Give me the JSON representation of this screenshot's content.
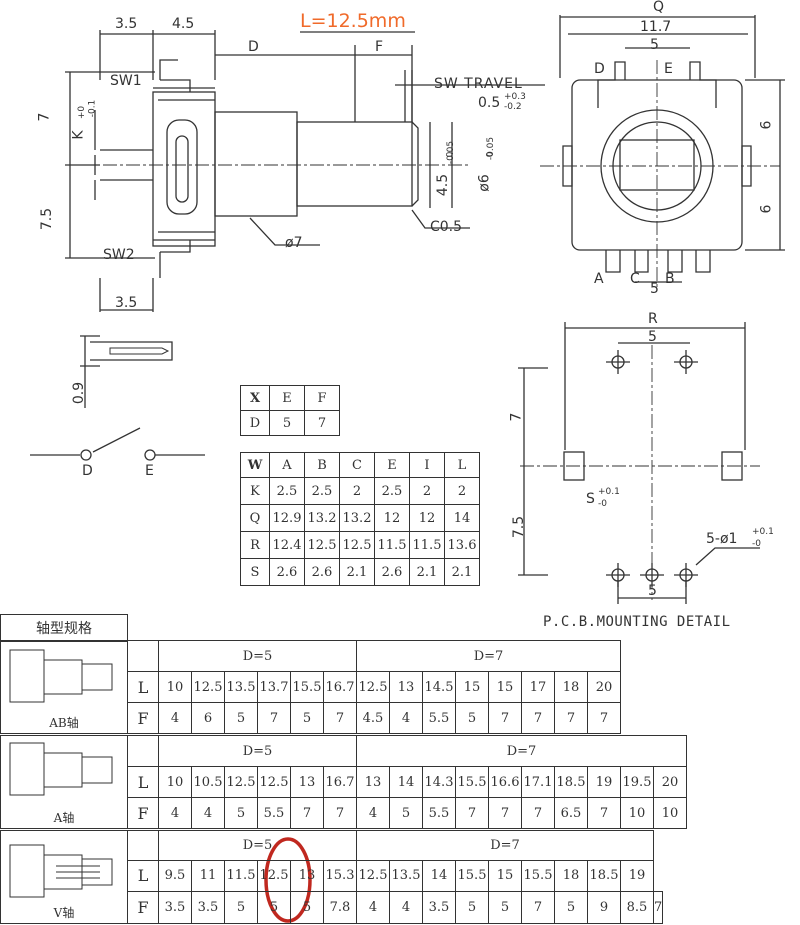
{
  "highlight": {
    "label": "L=12.5mm",
    "color": "#f06a2a",
    "circle_color": "#c0281f"
  },
  "side_view": {
    "dim_top_left": "3.5",
    "dim_top_mid": "4.5",
    "dim_d": "D",
    "dim_f": "F",
    "sw1": "SW1",
    "sw2": "SW2",
    "sw_travel": "SW TRAVEL",
    "sw_travel_val": "0.5",
    "sw_travel_tol_up": "+0.3",
    "sw_travel_tol_dn": "-0.2",
    "dim_7": "7",
    "dim_k": "K",
    "dim_k_tol_up": "+0",
    "dim_k_tol_dn": "-0.1",
    "dim_7_5": "7.5",
    "dim_bottom": "3.5",
    "dia7": "ø7",
    "chamfer": "C0.5",
    "flat": "4.5",
    "flat_tol_up": "0",
    "flat_tol_dn": "-0.05",
    "shaft": "ø6",
    "shaft_tol_up": "0",
    "shaft_tol_dn": "-0.05",
    "pin_thk": "0.9"
  },
  "front_view": {
    "q": "Q",
    "w": "11.7",
    "pitch": "5",
    "d": "D",
    "e": "E",
    "h1": "6",
    "h2": "6",
    "a": "A",
    "c": "C",
    "b": "B",
    "bottom_pitch": "5"
  },
  "switch": {
    "d": "D",
    "e": "E"
  },
  "pcb": {
    "r": "R",
    "pitch_top": "5",
    "v7": "7",
    "v7_5": "7.5",
    "s": "S",
    "s_tol_up": "+0.1",
    "s_tol_dn": "-0",
    "holes": "5-ø1",
    "holes_tol_up": "+0.1",
    "holes_tol_dn": "-0",
    "pitch_bottom": "5",
    "title": "P.C.B.MOUNTING DETAIL"
  },
  "table_x": {
    "rows": [
      [
        "X",
        "E",
        "F"
      ],
      [
        "D",
        "5",
        "7"
      ]
    ]
  },
  "table_w": {
    "rows": [
      [
        "W",
        "A",
        "B",
        "C",
        "E",
        "I",
        "L"
      ],
      [
        "K",
        "2.5",
        "2.5",
        "2",
        "2.5",
        "2",
        "2"
      ],
      [
        "Q",
        "12.9",
        "13.2",
        "13.2",
        "12",
        "12",
        "14"
      ],
      [
        "R",
        "12.4",
        "12.5",
        "12.5",
        "11.5",
        "11.5",
        "13.6"
      ],
      [
        "S",
        "2.6",
        "2.6",
        "2.1",
        "2.6",
        "2.1",
        "2.1"
      ]
    ]
  },
  "spec": {
    "title": "轴型规格",
    "blocks": [
      {
        "name": "AB轴",
        "d5": "D=5",
        "d7": "D=7",
        "L": [
          "10",
          "12.5",
          "13.5",
          "13.7",
          "15.5",
          "16.7",
          "12.5",
          "13",
          "14.5",
          "15",
          "15",
          "17",
          "18",
          "20"
        ],
        "F": [
          "4",
          "6",
          "5",
          "7",
          "5",
          "7",
          "4.5",
          "4",
          "5.5",
          "5",
          "7",
          "7",
          "7",
          "7"
        ]
      },
      {
        "name": "A轴",
        "d5": "D=5",
        "d7": "D=7",
        "L": [
          "10",
          "10.5",
          "12.5",
          "12.5",
          "13",
          "16.7",
          "13",
          "14",
          "14.3",
          "15.5",
          "16.6",
          "17.1",
          "18.5",
          "19",
          "19.5",
          "20"
        ],
        "F": [
          "4",
          "4",
          "5",
          "5.5",
          "7",
          "7",
          "4",
          "5",
          "5.5",
          "7",
          "7",
          "7",
          "6.5",
          "7",
          "10",
          "10"
        ]
      },
      {
        "name": "V轴",
        "d5": "D=5",
        "d7": "D=7",
        "L": [
          "9.5",
          "11",
          "11.5",
          "12.5",
          "13",
          "15.3",
          "12.5",
          "13.5",
          "14",
          "15.5",
          "15",
          "15.5",
          "18",
          "18.5",
          "19"
        ],
        "F": [
          "3.5",
          "3.5",
          "5",
          "5",
          "5",
          "7.8",
          "4",
          "4",
          "3.5",
          "5",
          "5",
          "7",
          "5",
          "9",
          "8.5",
          "7"
        ]
      }
    ],
    "row_l": "L",
    "row_f": "F"
  }
}
